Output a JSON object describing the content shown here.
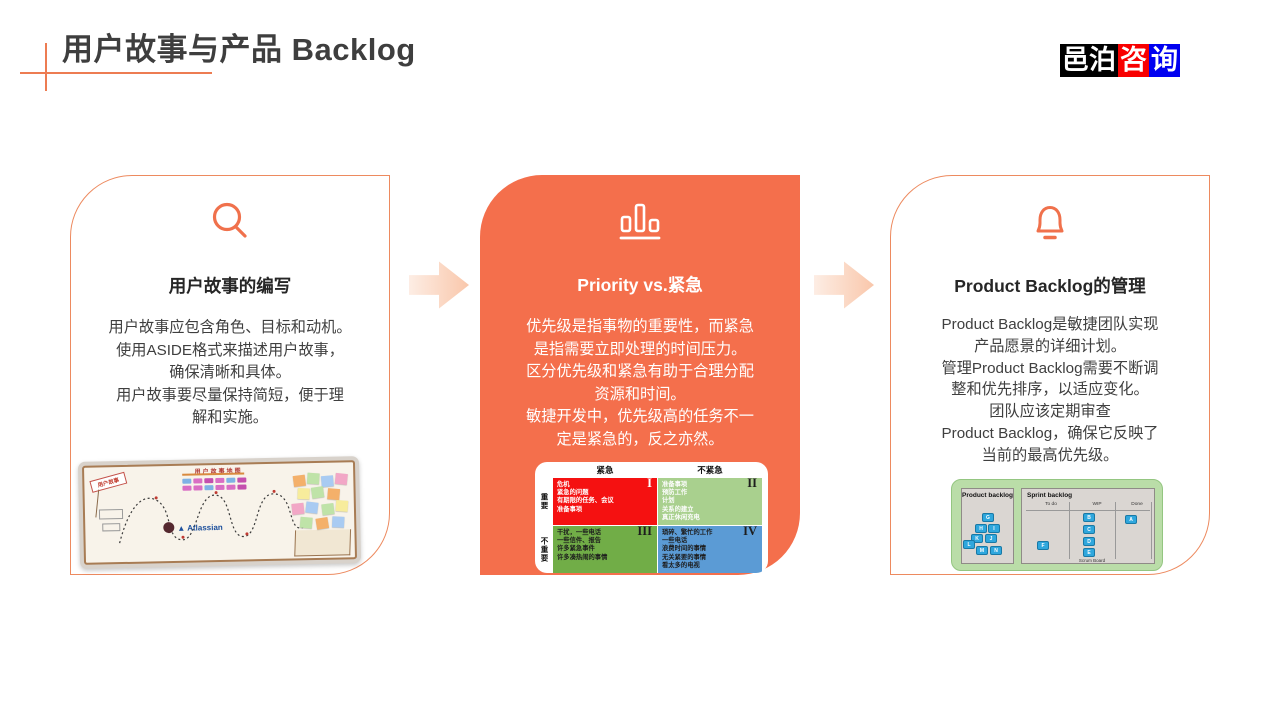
{
  "header": {
    "title": "用户故事与产品 Backlog",
    "logo": {
      "seg1": "邑泊",
      "seg2": "咨",
      "seg3": "询"
    }
  },
  "colors": {
    "accent_orange": "#F0714C",
    "card_fill_orange": "#F46F4C",
    "arrow_peach": "#F9C7AB",
    "logo_black": "#000000",
    "logo_red": "#F80000",
    "logo_blue": "#0000F0",
    "quadrant_1_red": "#F51111",
    "quadrant_2_light_green": "#A9D08E",
    "quadrant_3_green": "#71AD47",
    "quadrant_4_blue": "#5B9BD5",
    "board_card_blue": "#2FA7DD"
  },
  "cards": [
    {
      "icon": "magnifier-icon",
      "title": "用户故事的编写",
      "lines": [
        "用户故事应包含角色、目标和动机。",
        "使用ASIDE格式来描述用户故事，",
        "确保清晰和具体。",
        "用户故事要尽量保持简短，便于理",
        "解和实施。"
      ]
    },
    {
      "icon": "bar-chart-icon",
      "title": "Priority vs.紧急",
      "lines": [
        "优先级是指事物的重要性，而紧急",
        "是指需要立即处理的时间压力。",
        "区分优先级和紧急有助于合理分配",
        "资源和时间。",
        "敏捷开发中，优先级高的任务不一",
        "定是紧急的，反之亦然。"
      ]
    },
    {
      "icon": "bell-icon",
      "title": "Product Backlog的管理",
      "lines": [
        "Product Backlog是敏捷团队实现",
        "产品愿景的详细计划。",
        "管理Product Backlog需要不断调",
        "整和优先排序，以适应变化。",
        "团队应该定期审查",
        "Product Backlog，确保它反映了",
        "当前的最高优先级。"
      ]
    }
  ],
  "story_photo": {
    "board_title": "用户故事地图",
    "flag_text": "用户故事",
    "brand": "Atlassian"
  },
  "matrix": {
    "col_headers": [
      "紧急",
      "不紧急"
    ],
    "row_headers": [
      "重要",
      "不重要"
    ],
    "quadrants": [
      {
        "numeral": "I",
        "items": [
          "危机",
          "紧急的问题",
          "有期限的任务、会议",
          "准备事项"
        ]
      },
      {
        "numeral": "II",
        "items": [
          "准备事项",
          "预防工作",
          "计划",
          "关系的建立",
          "真正休闲充电"
        ]
      },
      {
        "numeral": "III",
        "items": [
          "干扰，一些电话",
          "一些信件、报告",
          "许多紧急事件",
          "许多凑热闹的事情"
        ]
      },
      {
        "numeral": "IV",
        "items": [
          "琐碎、繁忙的工作",
          "一些电话",
          "浪费时间的事情",
          "无关紧要的事情",
          "看太多的电视"
        ]
      }
    ]
  },
  "scrum_board": {
    "product": {
      "title": "Product backlog",
      "cards": [
        "G",
        "H",
        "I",
        "J",
        "K",
        "L",
        "M",
        "N"
      ]
    },
    "sprint": {
      "title": "Sprint backlog",
      "columns": [
        "To do",
        "WIP",
        "Done"
      ],
      "todo_cards": [
        "F"
      ],
      "wip_cards": [
        "B",
        "C",
        "D",
        "E"
      ],
      "done_cards": [
        "A"
      ],
      "caption": "Scrum Board"
    }
  }
}
